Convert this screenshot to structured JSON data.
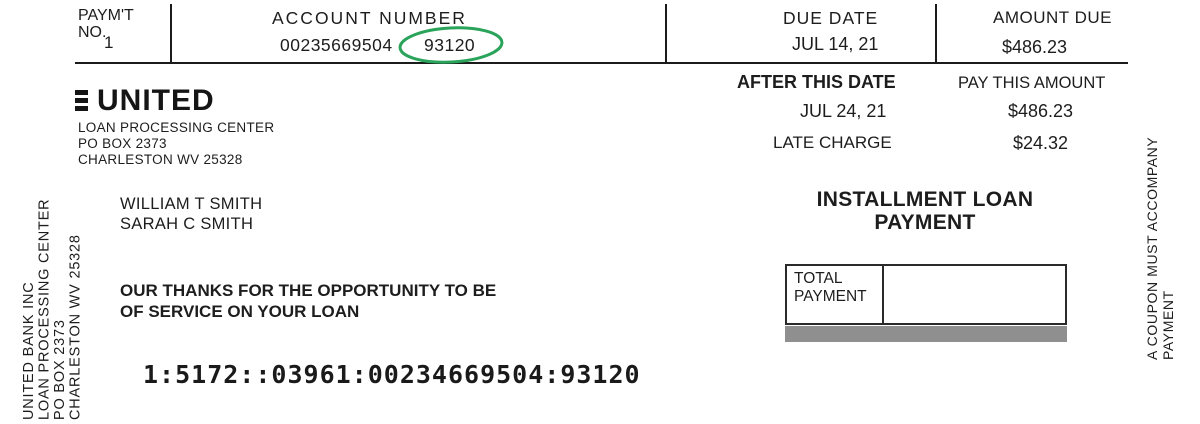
{
  "header": {
    "paymt_label_line1": "PAYM'T",
    "paymt_label_line2": "NO.",
    "paymt_value": "1",
    "account_label": "ACCOUNT NUMBER",
    "account_value": "00235669504",
    "account_suffix_circled": "93120",
    "due_date_label": "DUE DATE",
    "due_date_value": "JUL 14, 21",
    "amount_due_label": "AMOUNT DUE",
    "amount_due_value": "$486.23"
  },
  "late_section": {
    "after_this_date_label": "AFTER THIS DATE",
    "pay_this_amount_label": "PAY THIS AMOUNT",
    "after_date_value": "JUL 24, 21",
    "pay_amount_value": "$486.23",
    "late_charge_label": "LATE CHARGE",
    "late_charge_value": "$24.32"
  },
  "sender": {
    "brand": "UNITED",
    "address_line1": "LOAN PROCESSING CENTER",
    "address_line2": "PO BOX 2373",
    "address_line3": "CHARLESTON WV 25328"
  },
  "recipients": {
    "name1": "WILLIAM T SMITH",
    "name2": "SARAH C SMITH"
  },
  "message": {
    "line1": "OUR THANKS FOR THE OPPORTUNITY TO BE",
    "line2": "OF SERVICE ON YOUR LOAN"
  },
  "payment_box": {
    "title_line1": "INSTALLMENT LOAN",
    "title_line2": "PAYMENT",
    "total_label_line1": "TOTAL",
    "total_label_line2": "PAYMENT"
  },
  "left_margin": {
    "line1": "UNITED BANK INC",
    "line2": "LOAN PROCESSING CENTER",
    "line3": "PO BOX 2373",
    "line4": "CHARLESTON WV 25328"
  },
  "right_margin": {
    "text": "A COUPON MUST ACCOMPANY PAYMENT"
  },
  "micr_line": "1:5172::03961:00234669504:93120",
  "colors": {
    "ink": "#1d1d1d",
    "circle_green": "#2aa35b",
    "gray_bar": "#8f8f8f"
  }
}
